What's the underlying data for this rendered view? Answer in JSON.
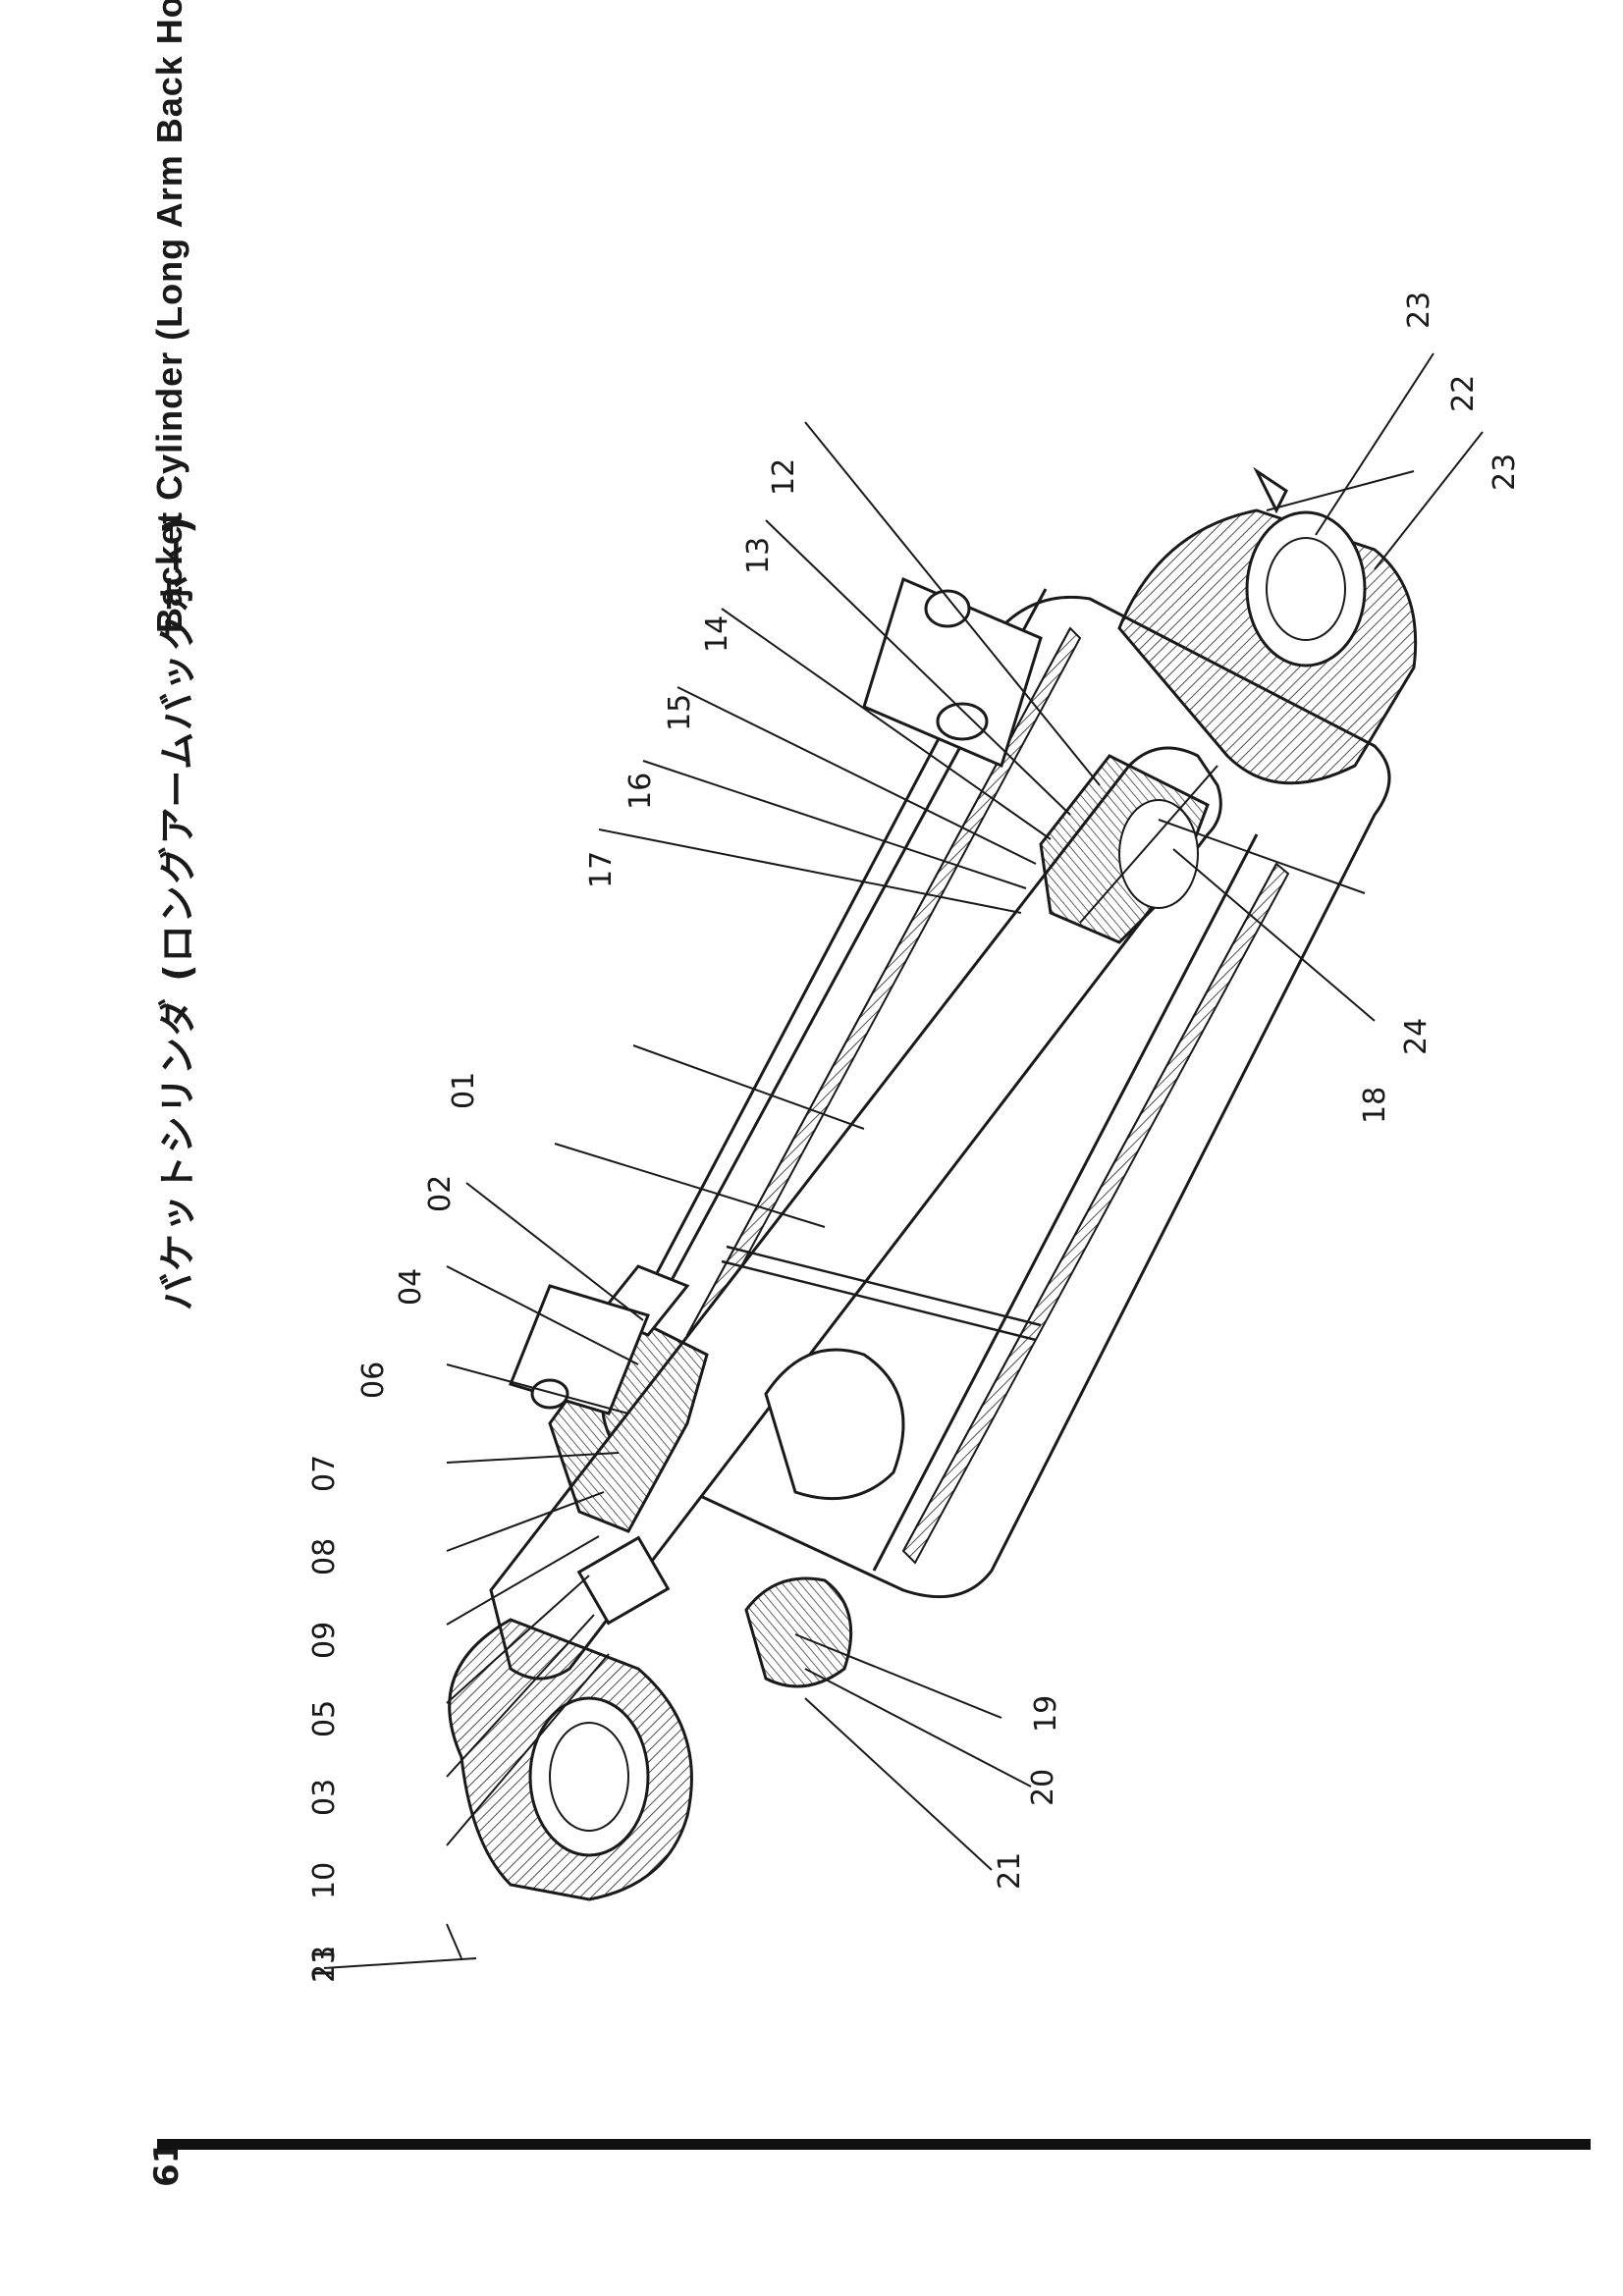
{
  "header": {
    "title_jp": "バケットシリンダ (ロングアームバックホー)",
    "title_en": "Backet Cylinder (Long Arm Back Hoe)"
  },
  "footer": {
    "page_number": "61"
  },
  "callouts": [
    {
      "id": "01",
      "text": "01"
    },
    {
      "id": "02",
      "text": "02"
    },
    {
      "id": "03",
      "text": "03"
    },
    {
      "id": "04",
      "text": "04"
    },
    {
      "id": "05",
      "text": "05"
    },
    {
      "id": "06",
      "text": "06"
    },
    {
      "id": "07",
      "text": "07"
    },
    {
      "id": "08",
      "text": "08"
    },
    {
      "id": "09",
      "text": "09"
    },
    {
      "id": "10",
      "text": "10"
    },
    {
      "id": "11",
      "text": "11"
    },
    {
      "id": "12",
      "text": "12"
    },
    {
      "id": "13",
      "text": "13"
    },
    {
      "id": "14",
      "text": "14"
    },
    {
      "id": "15",
      "text": "15"
    },
    {
      "id": "16",
      "text": "16"
    },
    {
      "id": "17",
      "text": "17"
    },
    {
      "id": "18",
      "text": "18"
    },
    {
      "id": "19",
      "text": "19"
    },
    {
      "id": "20",
      "text": "20"
    },
    {
      "id": "21",
      "text": "21"
    },
    {
      "id": "22",
      "text": "22"
    },
    {
      "id": "23a",
      "text": "23"
    },
    {
      "id": "23b",
      "text": "23"
    },
    {
      "id": "24",
      "text": "24"
    },
    {
      "id": "25",
      "text": "25"
    }
  ]
}
